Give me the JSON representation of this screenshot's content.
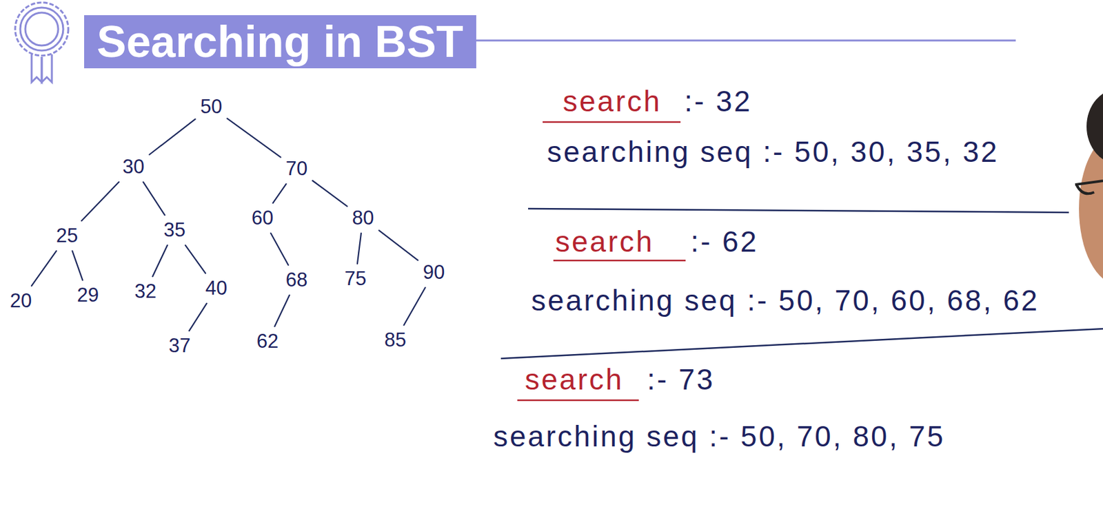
{
  "diagram": {
    "title": "Searching in BST",
    "nodes": [
      {
        "text": [
          "50"
        ]
      },
      {
        "text": [
          "30"
        ]
      },
      {
        "text": [
          "70"
        ]
      },
      {
        "text": [
          "25"
        ]
      },
      {
        "text": [
          "35"
        ]
      },
      {
        "text": [
          "60"
        ]
      },
      {
        "text": [
          "80"
        ]
      },
      {
        "text": [
          "20"
        ]
      },
      {
        "text": [
          "29"
        ]
      },
      {
        "text": [
          "32"
        ]
      },
      {
        "text": [
          "40"
        ]
      },
      {
        "text": [
          "68"
        ]
      },
      {
        "text": [
          "75"
        ]
      },
      {
        "text": [
          "90"
        ]
      },
      {
        "text": [
          "37"
        ]
      },
      {
        "text": [
          "62"
        ]
      },
      {
        "text": [
          "85"
        ]
      }
    ],
    "edges": [
      {
        "from": 0,
        "to": 1,
        "arrow": "none"
      },
      {
        "from": 0,
        "to": 2,
        "arrow": "none"
      },
      {
        "from": 1,
        "to": 3,
        "arrow": "none"
      },
      {
        "from": 1,
        "to": 4,
        "arrow": "none"
      },
      {
        "from": 2,
        "to": 5,
        "arrow": "none"
      },
      {
        "from": 2,
        "to": 6,
        "arrow": "none"
      },
      {
        "from": 3,
        "to": 7,
        "arrow": "none"
      },
      {
        "from": 3,
        "to": 8,
        "arrow": "none"
      },
      {
        "from": 4,
        "to": 9,
        "arrow": "none"
      },
      {
        "from": 4,
        "to": 10,
        "arrow": "none"
      },
      {
        "from": 5,
        "to": 11,
        "arrow": "none"
      },
      {
        "from": 6,
        "to": 12,
        "arrow": "none"
      },
      {
        "from": 6,
        "to": 13,
        "arrow": "none"
      },
      {
        "from": 10,
        "to": 14,
        "arrow": "none"
      },
      {
        "from": 11,
        "to": 15,
        "arrow": "none"
      },
      {
        "from": 13,
        "to": 16,
        "arrow": "none"
      }
    ],
    "labels": [
      "search",
      ":- 32",
      "searching seq :- 50, 30, 35, 32",
      "search",
      ":- 62",
      "searching seq :- 50, 70, 60, 68, 62",
      "search",
      ":- 73",
      "searching seq :- 50, 70, 80, 75"
    ]
  }
}
